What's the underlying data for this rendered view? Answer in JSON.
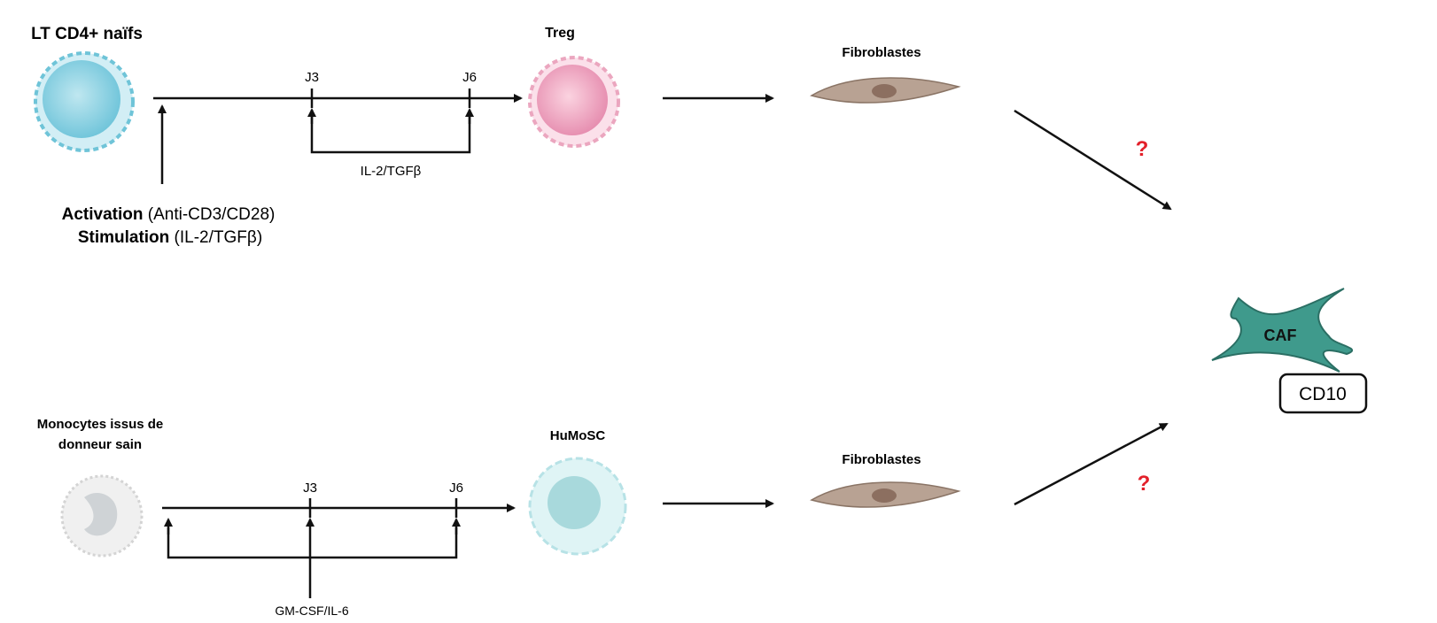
{
  "top": {
    "source_label": "LT CD4+ naïfs",
    "j3": "J3",
    "j6": "J6",
    "bracket_label": "IL-2/TGFβ",
    "activation_bold": "Activation",
    "activation_rest": " (Anti-CD3/CD28)",
    "stimulation_bold": "Stimulation",
    "stimulation_rest": " (IL-2/TGFβ)",
    "product_label": "Treg",
    "fibro_label": "Fibroblastes",
    "question": "?"
  },
  "bottom": {
    "source_label_line1": "Monocytes issus de",
    "source_label_line2": "donneur sain",
    "j3": "J3",
    "j6": "J6",
    "bracket_label": "GM-CSF/IL-6",
    "product_label": "HuMoSC",
    "fibro_label": "Fibroblastes",
    "question": "?"
  },
  "target": {
    "caf_label": "CAF",
    "marker_label": "CD10"
  },
  "colors": {
    "caf": "#3f9a8c",
    "fibro": "#b8a293",
    "question": "#e3202a",
    "lt": "#8fd3e4",
    "treg": "#f0a8c2",
    "humosc": "#c9eef0",
    "mono": "#e6e6e6"
  }
}
